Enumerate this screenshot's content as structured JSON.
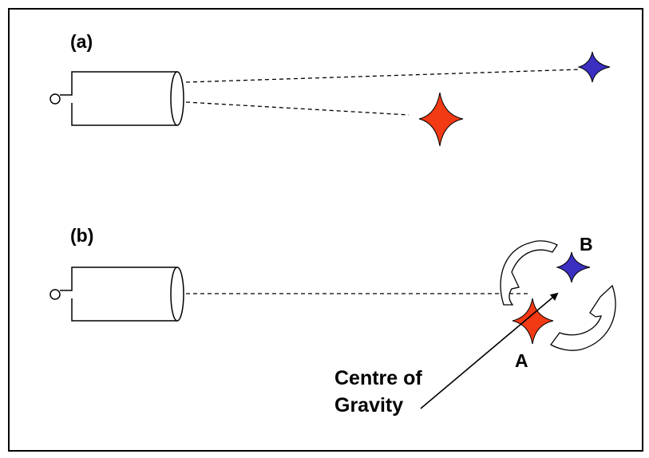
{
  "panels": [
    {
      "label": "(a)"
    },
    {
      "label": "(b)"
    }
  ],
  "stars": {
    "a_label": "A",
    "b_label": "B"
  },
  "annotation": {
    "line1": "Centre of",
    "line2": "Gravity"
  },
  "colors": {
    "star_a": "#f23a14",
    "star_b": "#3a2fc0",
    "frame": "#000000",
    "background": "#ffffff"
  }
}
